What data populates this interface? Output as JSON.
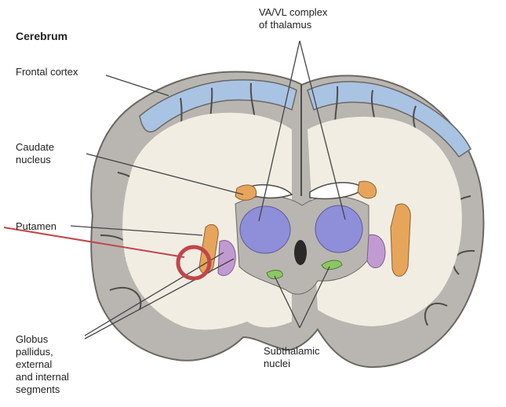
{
  "diagram": {
    "title": "Cerebrum",
    "labels": {
      "va_vl": "VA/VL complex\nof thalamus",
      "frontal_cortex": "Frontal cortex",
      "caudate": "Caudate\nnucleus",
      "putamen": "Putamen",
      "globus": "Globus\npallidus,\nexternal\nand internal\nsegments",
      "subthalamic": "Subthalamic\nnuclei"
    }
  },
  "colors": {
    "cortex_blue": "#a9c3e3",
    "gray_matter": "#b9b6b1",
    "white_matter": "#f1ede3",
    "caudate_orange": "#e7a55b",
    "thalamus_purple": "#8f8ed8",
    "pallidus_purple": "#c29ad2",
    "subthalamic_green": "#8cc763",
    "annotation_red": "#c0464a"
  }
}
